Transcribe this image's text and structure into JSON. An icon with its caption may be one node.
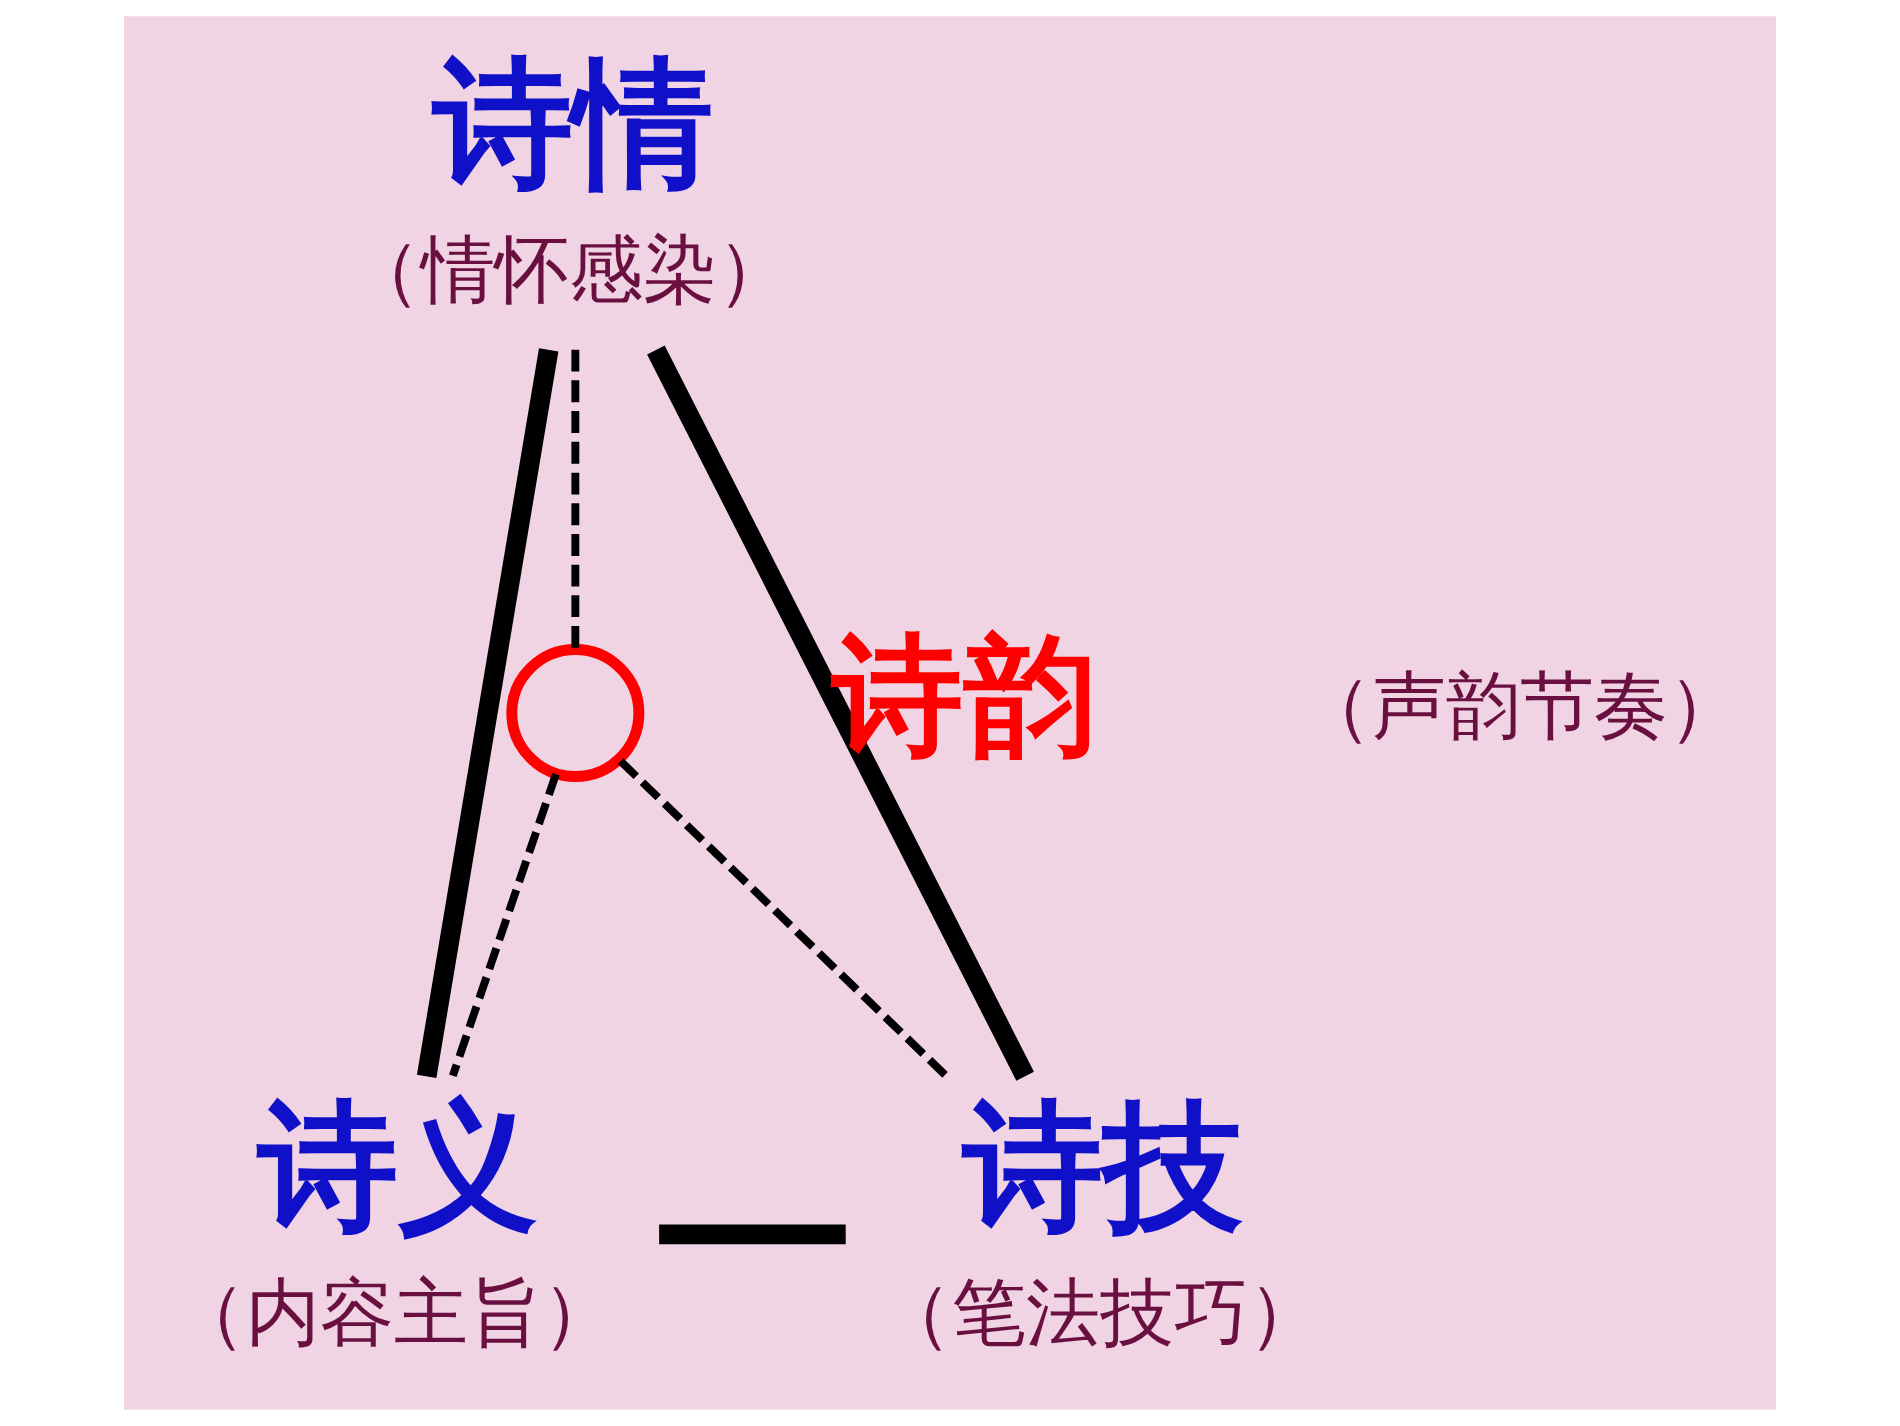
{
  "diagram": {
    "nodes": [
      {
        "text": [
          "诗情",
          "（情怀感染）"
        ]
      },
      {
        "text": [],
        "shape": "circle"
      },
      {
        "text": [
          "诗义",
          "（内容主旨）"
        ]
      },
      {
        "text": [
          "诗技",
          "（笔法技巧）"
        ]
      }
    ],
    "edges": [
      {
        "from": 0,
        "to": 2,
        "arrow": "none",
        "style": "thick"
      },
      {
        "from": 0,
        "to": 3,
        "arrow": "none",
        "style": "thick"
      },
      {
        "from": 2,
        "to": 3,
        "arrow": "none",
        "style": "thick"
      },
      {
        "from": 1,
        "to": 0,
        "arrow": "none",
        "style": "dashed"
      },
      {
        "from": 1,
        "to": 2,
        "arrow": "none",
        "style": "dashed"
      },
      {
        "from": 1,
        "to": 3,
        "arrow": "none",
        "style": "dashed"
      }
    ],
    "labels": [
      "诗韵",
      "（声韵节奏）"
    ]
  }
}
